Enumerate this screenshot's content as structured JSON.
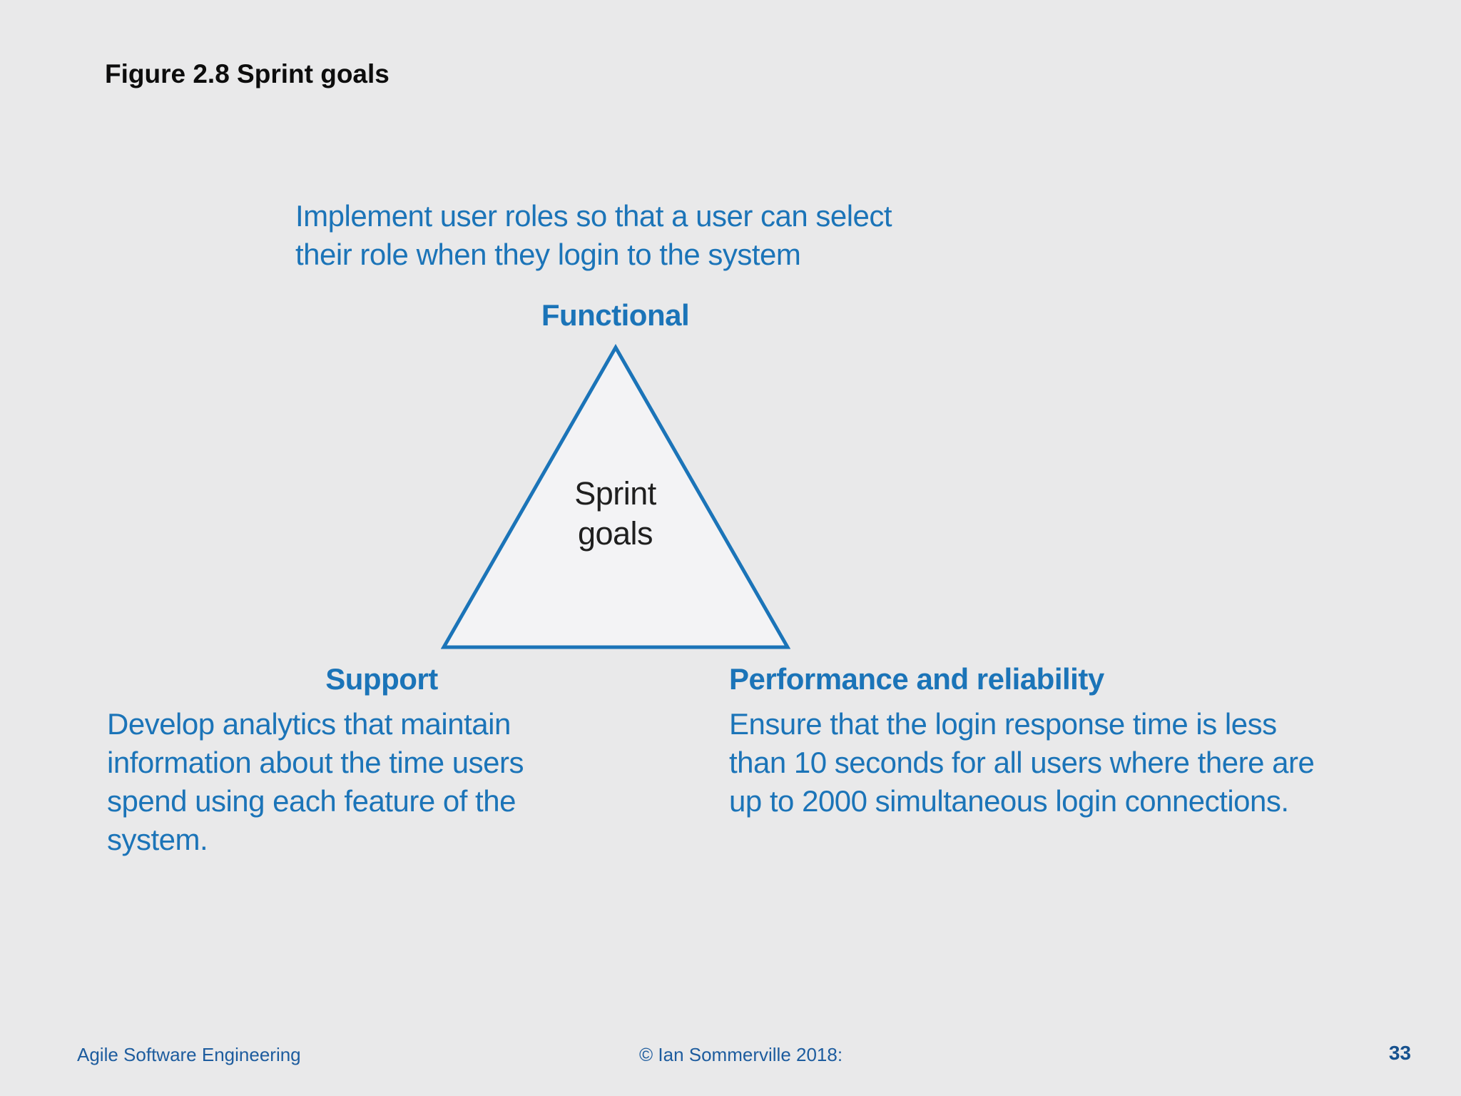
{
  "slide": {
    "title": "Figure 2.8 Sprint goals",
    "background": "#e9e9ea"
  },
  "diagram": {
    "triangle": {
      "center_label": "Sprint\ngoals",
      "stroke": "#1b74b8",
      "fill": "#f3f3f5"
    },
    "top_goal": {
      "label": "Functional",
      "description": "Implement user roles so that a user can select\ntheir role when they login to the system"
    },
    "bottom_left_goal": {
      "label": "Support",
      "description": "Develop analytics that maintain\ninformation about the time users\nspend using each feature of the\nsystem."
    },
    "bottom_right_goal": {
      "label": "Performance and reliability",
      "description": "Ensure that the login response time is less\nthan 10 seconds for all users where there are\nup to 2000 simultaneous login connections."
    }
  },
  "footer": {
    "left": "Agile Software Engineering",
    "center": "© Ian Sommerville 2018:",
    "page_number": "33"
  },
  "colors": {
    "accent_blue": "#1b74b8",
    "footer_blue": "#1d5c9e",
    "page_number_blue": "#16518e",
    "background": "#e9e9ea",
    "triangle_fill": "#f3f3f5",
    "text_black": "#1f1f1f"
  }
}
